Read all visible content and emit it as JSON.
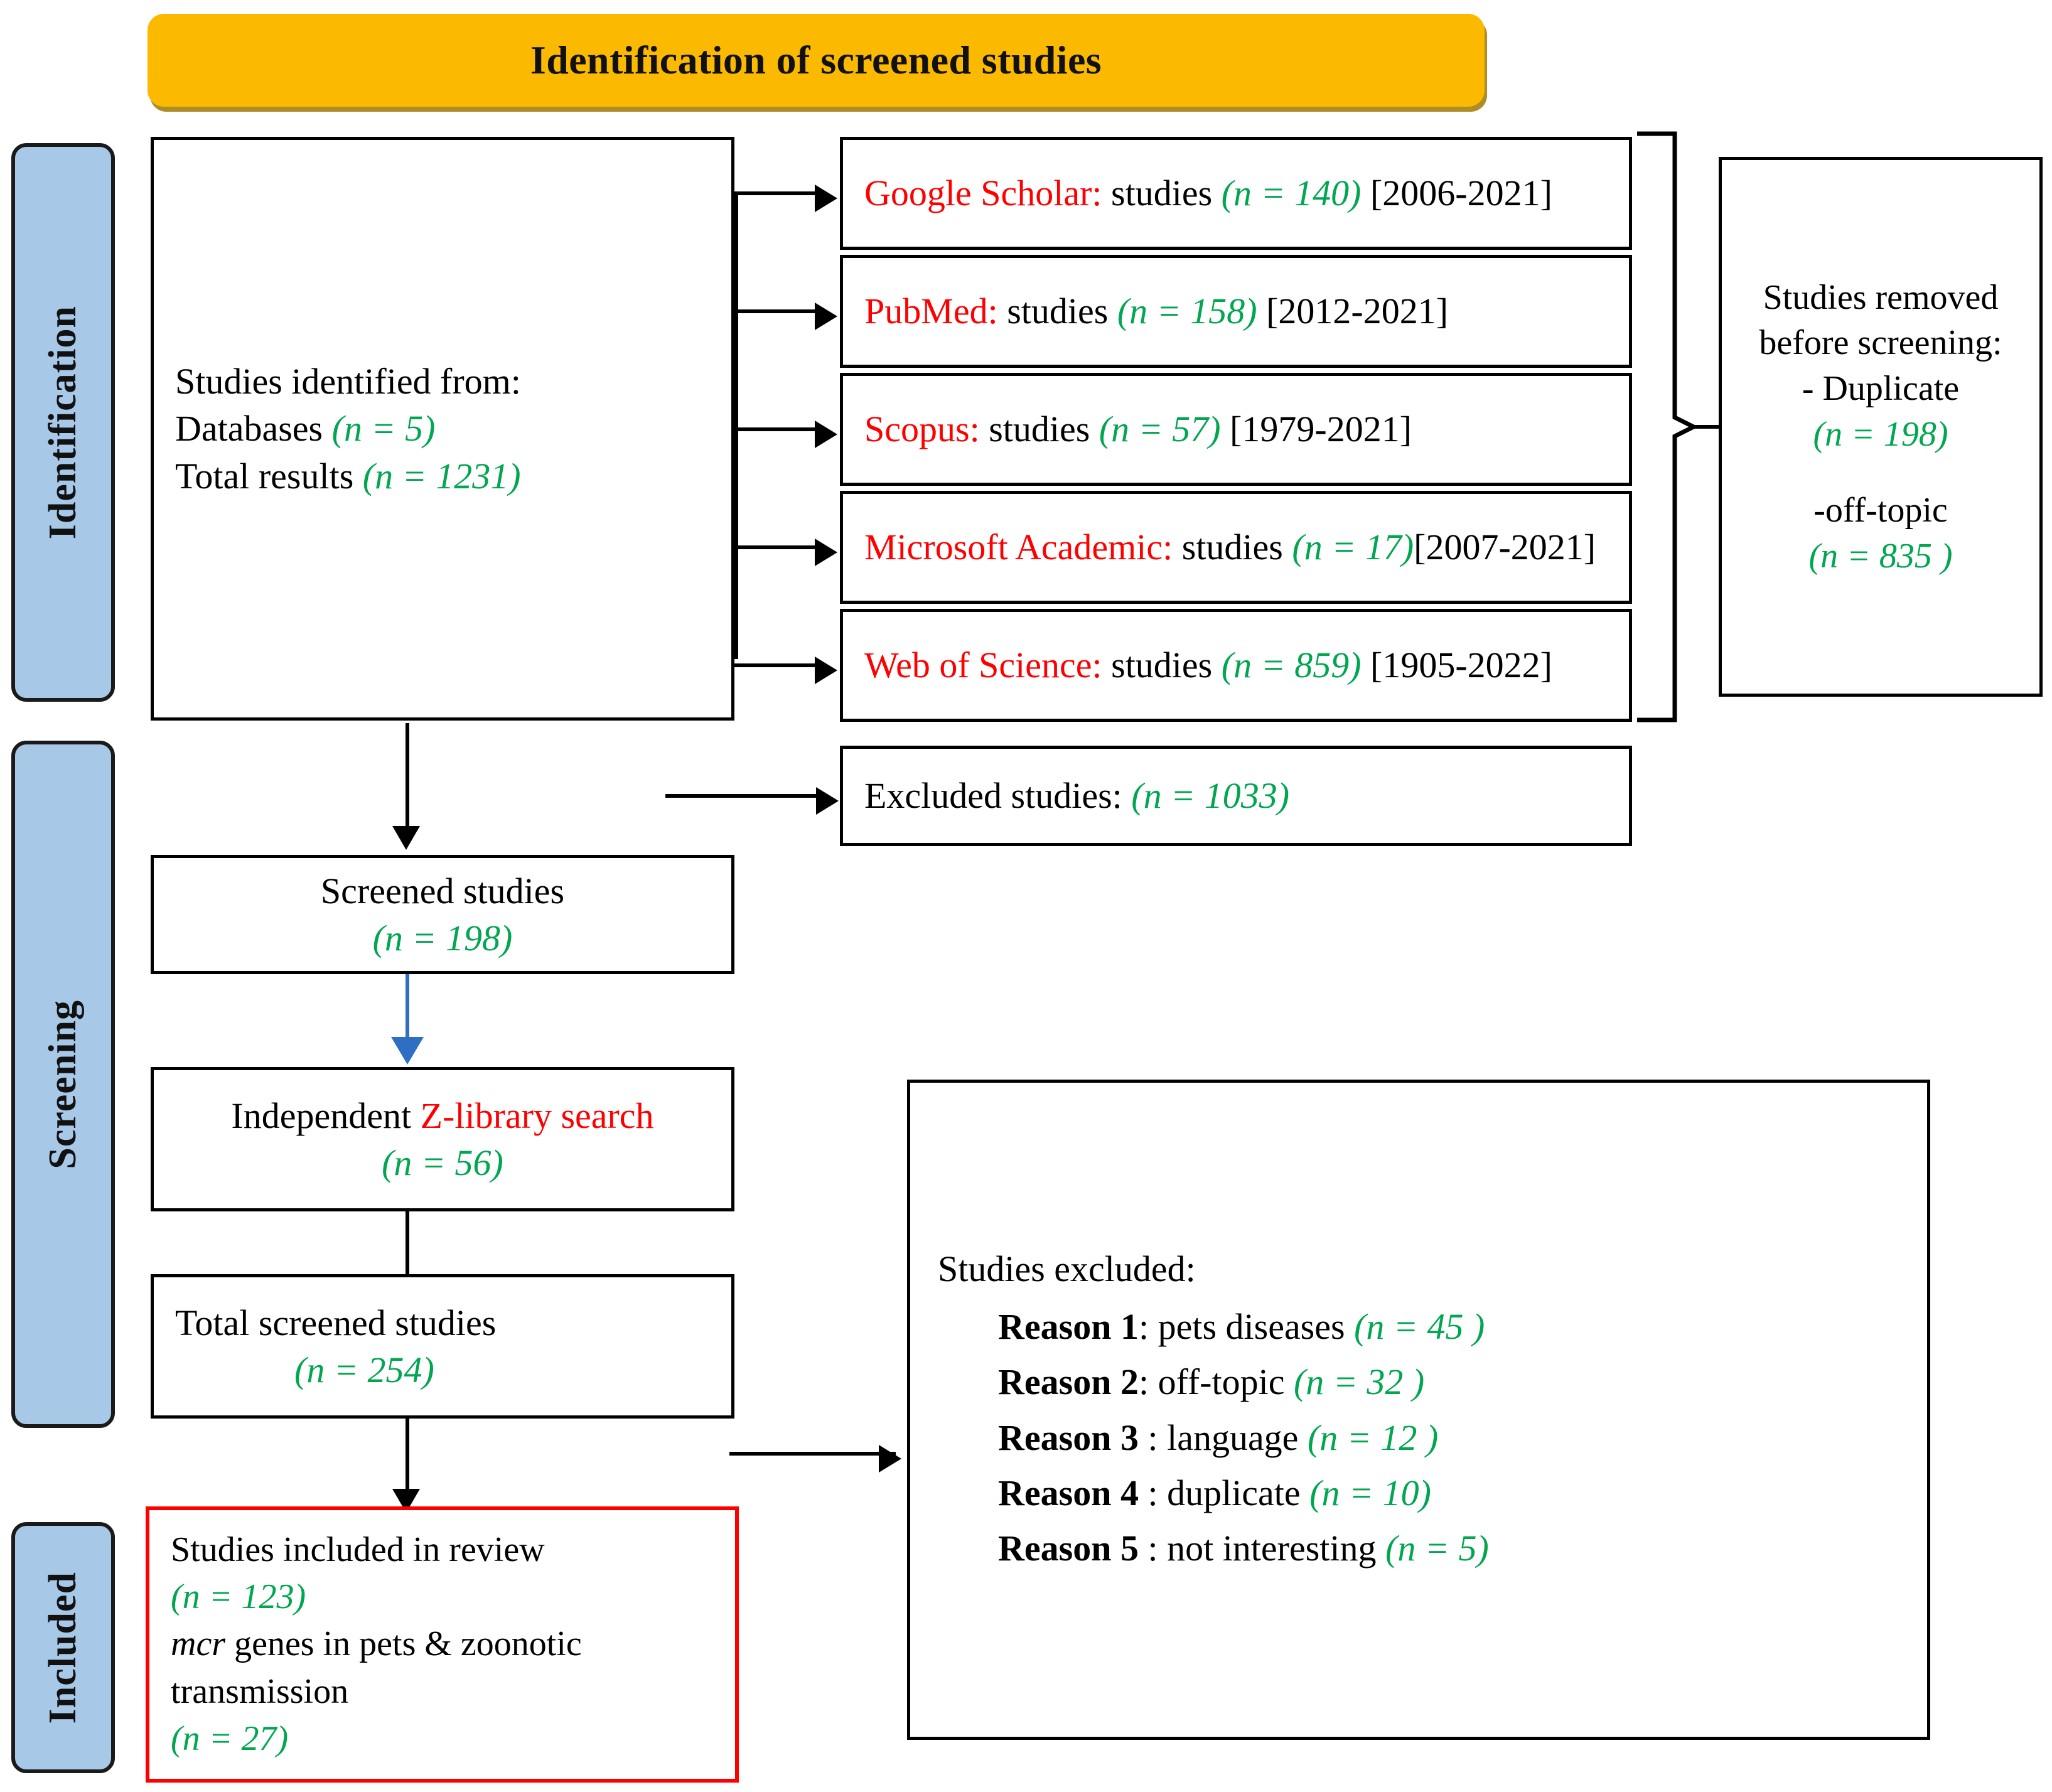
{
  "header": {
    "title": "Identification of screened studies",
    "banner_color": "#FBB900"
  },
  "colors": {
    "accent_banner": "#FBB900",
    "phase_tab": "#A8C8E8",
    "count_green": "#00A650",
    "source_red": "#FF0000",
    "blue_arrow": "#2E6FC4",
    "included_border": "#FF0000"
  },
  "phases": [
    {
      "label": "Identification"
    },
    {
      "label": "Screening"
    },
    {
      "label": "Included"
    }
  ],
  "identification": {
    "source_box": {
      "line1": "Studies identified from:",
      "line2_label": "Databases",
      "line2_n": "(n = 5)",
      "line3_label": "Total results",
      "line3_n": "(n = 1231)"
    },
    "databases": [
      {
        "name": "Google Scholar:",
        "mid": " studies ",
        "n": "(n = 140)",
        "years": " [2006-2021]"
      },
      {
        "name": "PubMed:",
        "mid": " studies ",
        "n": "(n = 158)",
        "years": " [2012-2021]"
      },
      {
        "name": "Scopus:",
        "mid": " studies ",
        "n": "(n = 57)",
        "years": " [1979-2021]"
      },
      {
        "name": "Microsoft Academic:",
        "mid": " studies ",
        "n": "(n = 17)",
        "years": "[2007-2021]"
      },
      {
        "name": "Web of Science:",
        "mid": " studies ",
        "n": "(n = 859)",
        "years": " [1905-2022]"
      }
    ],
    "removed_box": {
      "line1": "Studies removed",
      "line2": "before screening:",
      "line3": "- Duplicate",
      "line4_n": "(n = 198)",
      "line5": "-off-topic",
      "line6_n": "(n = 835 )"
    }
  },
  "screening": {
    "excluded_studies_box": {
      "label": "Excluded studies: ",
      "n": "(n = 1033)"
    },
    "screened_box": {
      "line1": "Screened studies",
      "line2_n": "(n = 198)"
    },
    "zlibrary_box": {
      "prefix": "Independent ",
      "highlight": "Z-library search",
      "line2_n": "(n = 56)"
    },
    "total_screened_box": {
      "line1": "Total screened studies",
      "line2_n": "(n = 254)"
    },
    "excluded_reasons_box": {
      "heading": "Studies excluded:",
      "reasons": [
        {
          "label": "Reason 1",
          "sep": ": pets diseases ",
          "n": "(n = 45 )"
        },
        {
          "label": "Reason 2",
          "sep": ":  off-topic ",
          "n": "(n = 32 )"
        },
        {
          "label": "Reason 3",
          "sep": " : language  ",
          "n": "(n = 12 )"
        },
        {
          "label": "Reason 4",
          "sep": " : duplicate ",
          "n": "(n = 10)"
        },
        {
          "label": "Reason 5",
          "sep": " : not interesting ",
          "n": "(n = 5)"
        }
      ]
    }
  },
  "included": {
    "review_box": {
      "line1": "Studies included in review",
      "line2_n": "(n = 123)",
      "line3_italic": "mcr",
      "line3_rest": " genes in pets & zoonotic",
      "line4": "transmission",
      "line5_n": "(n = 27)"
    }
  }
}
